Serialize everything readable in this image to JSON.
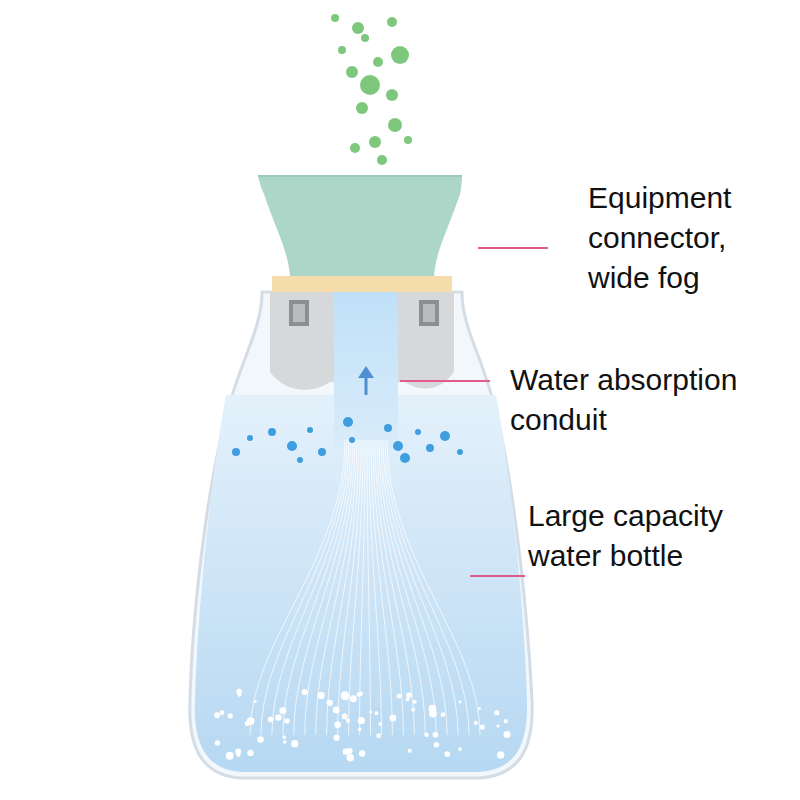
{
  "diagram": {
    "labels": [
      "Equipment connector, wide fog",
      "Water absorption conduit",
      "Large capacity water bottle"
    ]
  }
}
